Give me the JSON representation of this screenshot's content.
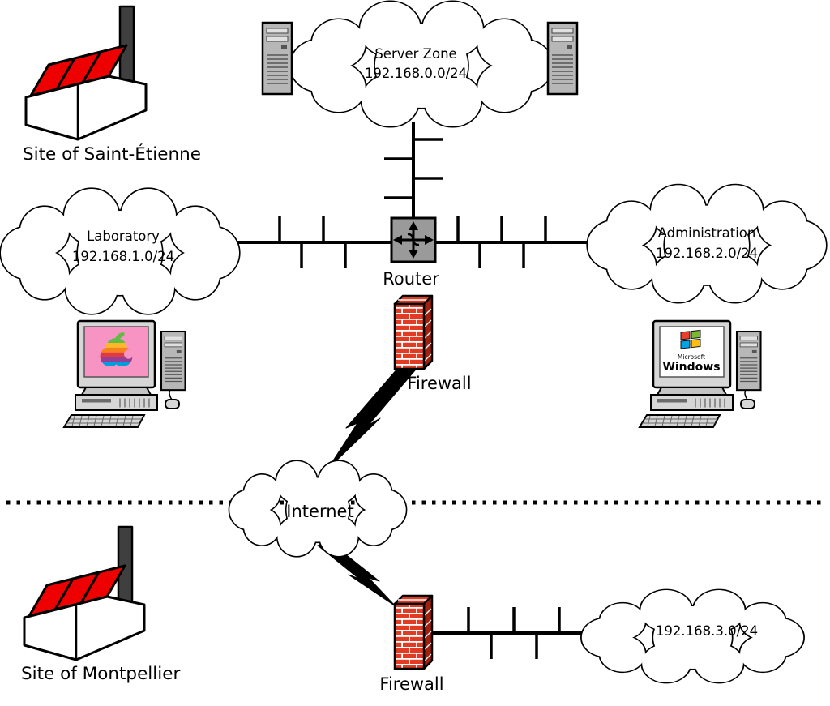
{
  "diagram": {
    "sites": {
      "saint_etienne": "Site of Saint-Étienne",
      "montpellier": "Site of Montpellier"
    },
    "zones": {
      "server_zone": {
        "name": "Server Zone",
        "subnet": "192.168.0.0/24"
      },
      "laboratory": {
        "name": "Laboratory",
        "subnet": "192.168.1.0/24"
      },
      "administration": {
        "name": "Administration",
        "subnet": "192.168.2.0/24"
      },
      "internet": {
        "name": "Internet"
      },
      "montpellier_lan": {
        "subnet": "192.168.3.0/24"
      }
    },
    "devices": {
      "router": "Router",
      "firewall_top": "Firewall",
      "firewall_bottom": "Firewall"
    },
    "workstations": {
      "windows_brand": "Microsoft",
      "windows_product": "Windows"
    },
    "colors": {
      "outline": "#000000",
      "factory_red": "#ee0000",
      "brick": "#e23b24",
      "brick_side": "#a31f0e",
      "router_gray": "#9a9a9a",
      "mac_screen_pink": "#f894c4",
      "win_red": "#e8402a",
      "win_green": "#7cb82f",
      "win_blue": "#00a2e8",
      "win_yellow": "#fdbe11",
      "apple_stripes": [
        "#61bb46",
        "#fdb827",
        "#f5821f",
        "#e03a3e",
        "#963d97",
        "#009ddc"
      ]
    }
  }
}
